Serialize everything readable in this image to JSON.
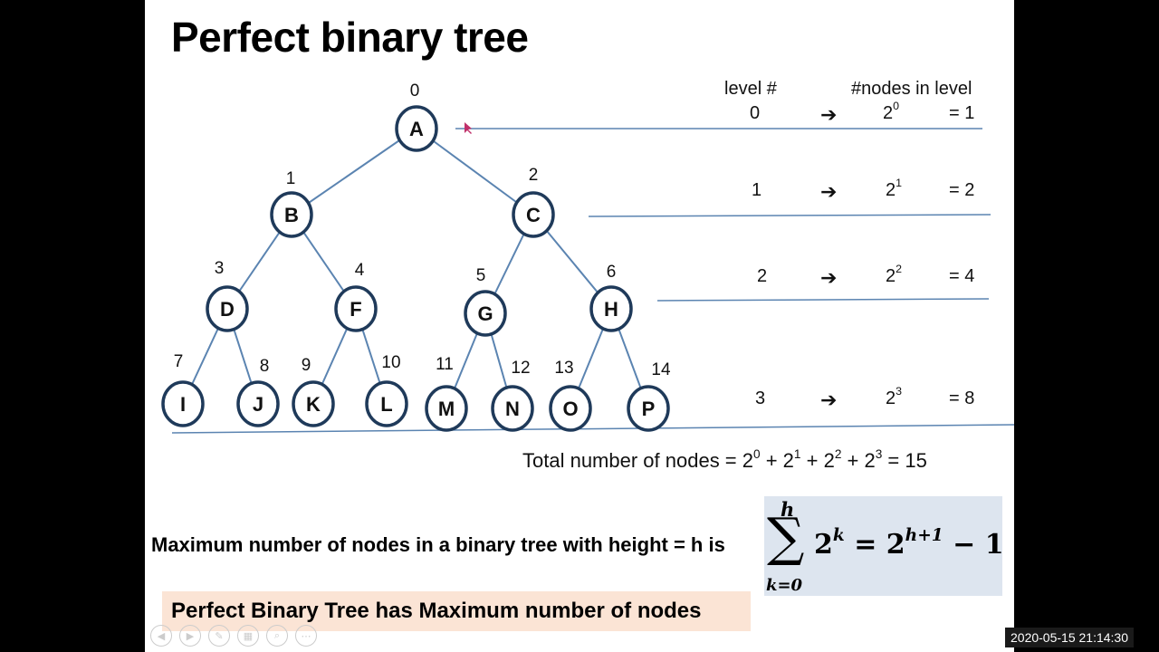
{
  "slide": {
    "title": "Perfect binary tree",
    "headers": {
      "level": "level #",
      "nodes": "#nodes in level"
    },
    "levels": [
      {
        "level": "0",
        "arrow": "➔",
        "base": "2",
        "exp": "0",
        "eq": "= 1"
      },
      {
        "level": "1",
        "arrow": "➔",
        "base": "2",
        "exp": "1",
        "eq": "= 2"
      },
      {
        "level": "2",
        "arrow": "➔",
        "base": "2",
        "exp": "2",
        "eq": "= 4"
      },
      {
        "level": "3",
        "arrow": "➔",
        "base": "2",
        "exp": "3",
        "eq": "= 8"
      }
    ],
    "total": {
      "label": "Total number of nodes = ",
      "b": "2",
      "e0": "0",
      "e1": "1",
      "e2": "2",
      "e3": "3",
      "plus": " + ",
      "result": " = 15"
    },
    "max_text": "Maximum number of nodes in a binary tree with height = h is",
    "formula": {
      "top": "h",
      "sigma": "∑",
      "bottom": "k=0",
      "base": "2",
      "exp": "k",
      "mid": " = 2",
      "exp2": "h+1",
      "tail": " − 1"
    },
    "banner": "Perfect Binary Tree has Maximum number of nodes"
  },
  "tree": {
    "nodes": [
      {
        "label": "A",
        "index": "0"
      },
      {
        "label": "B",
        "index": "1"
      },
      {
        "label": "C",
        "index": "2"
      },
      {
        "label": "D",
        "index": "3"
      },
      {
        "label": "F",
        "index": "4"
      },
      {
        "label": "G",
        "index": "5"
      },
      {
        "label": "H",
        "index": "6"
      },
      {
        "label": "I",
        "index": "7"
      },
      {
        "label": "J",
        "index": "8"
      },
      {
        "label": "K",
        "index": "9"
      },
      {
        "label": "L",
        "index": "10"
      },
      {
        "label": "M",
        "index": "11"
      },
      {
        "label": "N",
        "index": "12"
      },
      {
        "label": "O",
        "index": "13"
      },
      {
        "label": "P",
        "index": "14"
      }
    ],
    "edge_color": "#5b84b1",
    "node_stroke": "#1f3a5a"
  },
  "player": {
    "timestamp": "2020-05-15  21:14:30",
    "controls": [
      "prev-icon",
      "next-icon",
      "pen-icon",
      "slides-icon",
      "zoom-icon",
      "more-icon"
    ]
  }
}
